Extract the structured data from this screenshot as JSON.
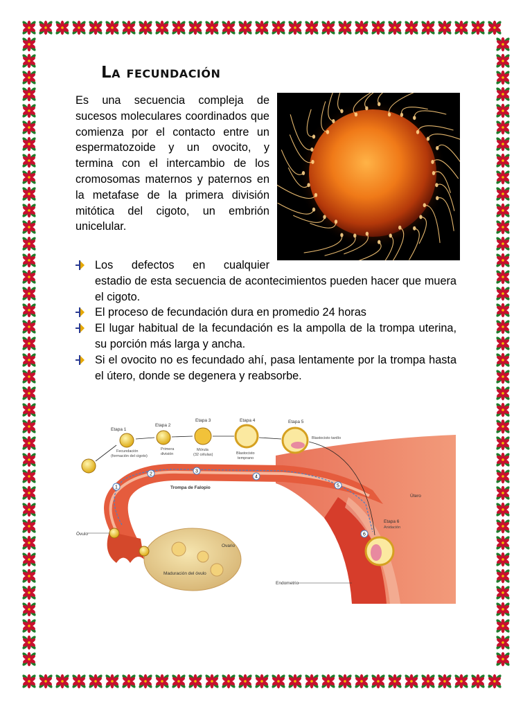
{
  "title": "La fecundación",
  "intro": "Es una secuencia compleja de sucesos moleculares coordinados que comienza por el contacto entre un espermatozoide y un ovocito, y termina con el intercambio de los cromosomas maternos y paternos en la metafase de la primera división mitótica del cigoto, un embrión unicelular.",
  "bullets": {
    "first_lead": "Los defectos en cualquier",
    "first_rest": "estadio de esta secuencia de acontecimientos pueden hacer que muera el cigoto.",
    "items": [
      "El proceso de fecundación dura en promedio 24 horas",
      "El lugar habitual de la fecundación es la ampolla de la trompa uterina, su porción más larga y ancha.",
      "Si el ovocito no es fecundado ahí, pasa lentamente por la trompa hasta el útero, donde se degenera y reabsorbe."
    ]
  },
  "bullet_icon": "arrow-bullet-icon",
  "colors": {
    "flower": "#c8102e",
    "leaf": "#1e7d2c",
    "bullet_arrow": "#e6a800",
    "bullet_bar": "#2b3a8f"
  },
  "diagram": {
    "stage1": "Etapa 1",
    "stage1_sub": "Fecundación",
    "stage1_sub2": "(formación del cigoto)",
    "stage2": "Etapa 2",
    "stage2_sub": "Primera",
    "stage2_sub2": "división",
    "stage3": "Etapa 3",
    "stage3_sub": "Mórula",
    "stage3_sub2": "(32 células)",
    "stage4": "Etapa 4",
    "stage4_sub": "Blastocisto",
    "stage4_sub2": "temprano",
    "stage5": "Etapa 5",
    "stage5_sub": "Blastocisto tardío",
    "stage6": "Etapa 6",
    "stage6_sub": "Anidación",
    "trompa": "Trompa de Falopio",
    "utero": "Útero",
    "ovulo": "Óvulo",
    "ovario": "Ovario",
    "maduracion": "Maduración del óvulo",
    "endometrio": "Endometrio",
    "n1": "1",
    "n2": "2",
    "n3": "3",
    "n4": "4",
    "n5": "5",
    "n6": "6"
  }
}
